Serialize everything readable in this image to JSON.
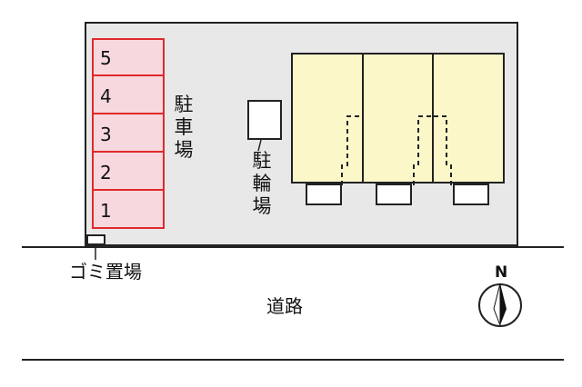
{
  "parking": {
    "spaces": [
      "5",
      "4",
      "3",
      "2",
      "1"
    ],
    "label_chars": [
      "駐",
      "車",
      "場"
    ]
  },
  "bicycle_parking": {
    "label_chars": [
      "駐",
      "輪",
      "場"
    ]
  },
  "garbage": {
    "label": "ゴミ置場"
  },
  "road": {
    "label": "道路"
  },
  "compass": {
    "label": "N"
  },
  "colors": {
    "parking_fill": "#f7d8df",
    "parking_border": "#e02a2a",
    "building_fill": "#fbf7c9",
    "lot_fill": "#e8e8e8"
  }
}
